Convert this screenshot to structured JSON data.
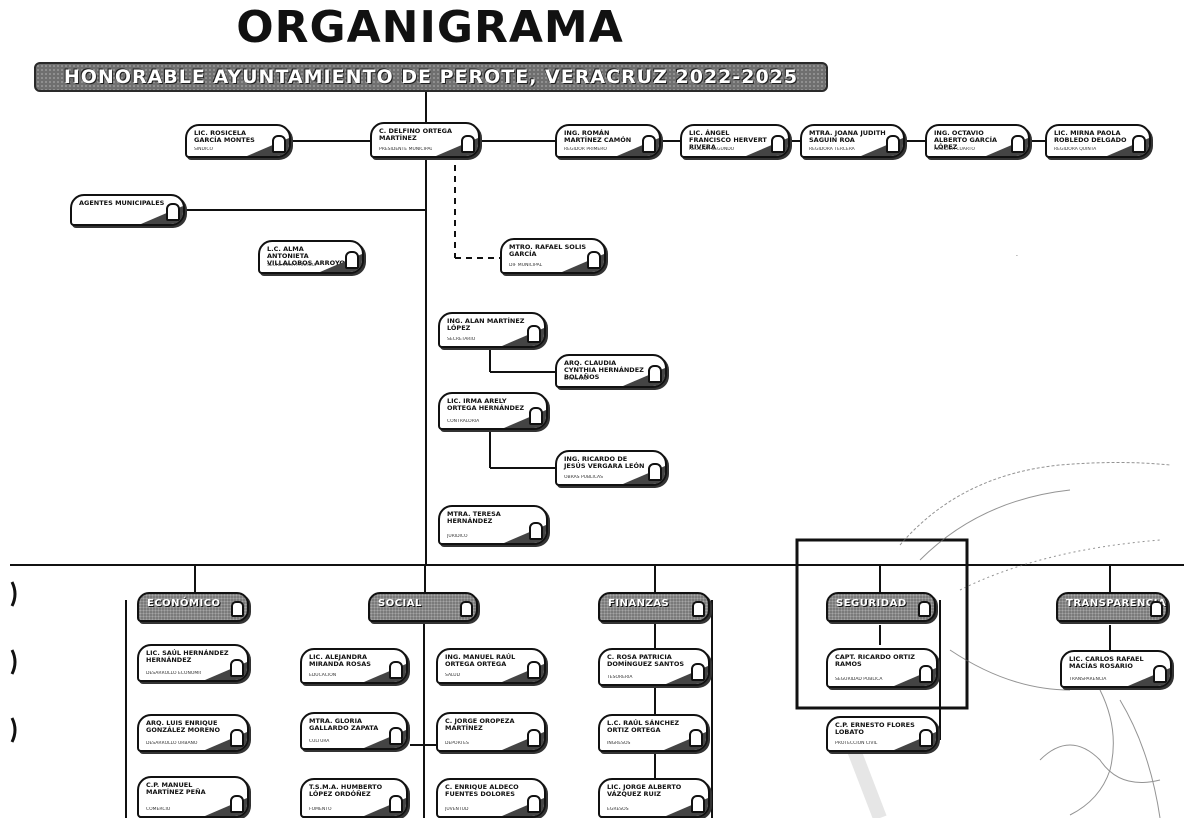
{
  "title": "ORGANIGRAMA",
  "subtitle": "HONORABLE AYUNTAMIENTO DE PEROTE, VERACRUZ 2022-2025",
  "top_row": [
    {
      "name": "LIC. ROSICELA GARCÍA MONTES",
      "role": "SÍNDICO"
    },
    {
      "name": "C. DELFINO ORTEGA MARTÍNEZ",
      "role": "PRESIDENTE MUNICIPAL"
    },
    {
      "name": "ING. ROMÁN MARTÍNEZ CAMÓN",
      "role": "REGIDOR PRIMERO"
    },
    {
      "name": "LIC. ÁNGEL FRANCISCO HERVERT RIVERA",
      "role": "REGIDOR SEGUNDO"
    },
    {
      "name": "MTRA. JOANA JUDITH SAGUIN ROA",
      "role": "REGIDORA TERCERA"
    },
    {
      "name": "ING. OCTAVIO ALBERTO GARCÍA LÓPEZ",
      "role": "REGIDOR CUARTO"
    },
    {
      "name": "LIC. MIRNA PAOLA ROBLEDO DELGADO",
      "role": "REGIDORA QUINTA"
    }
  ],
  "staff": [
    {
      "name": "AGENTES MUNICIPALES",
      "role": ""
    },
    {
      "name": "L.C. ALMA ANTONIETA VILLALOBOS ARROYO",
      "role": "SECRETARÍA PARTICULAR"
    },
    {
      "name": "MTRO. RAFAEL SOLIS GARCÍA",
      "role": "DIF MUNICIPAL"
    },
    {
      "name": "ING. ALAN MARTÍNEZ LÓPEZ",
      "role": "SECRETARIO"
    },
    {
      "name": "ARQ. CLAUDIA CYNTHIA HERNÁNDEZ BOLAÑOS",
      "role": "CATASTRO"
    },
    {
      "name": "LIC. IRMA ARELY ORTEGA HERNÁNDEZ",
      "role": "CONTRALORÍA"
    },
    {
      "name": "ING. RICARDO DE JESÚS VERGARA LEÓN",
      "role": "OBRAS PÚBLICAS"
    },
    {
      "name": "MTRA. TERESA HERNÁNDEZ",
      "role": "JURÍDICO"
    }
  ],
  "departments": [
    {
      "label": "ECONÓMICO",
      "people": [
        {
          "name": "LIC. SAÚL HERNÁNDEZ HERNÁNDEZ",
          "role": "DESARROLLO ECONÓMICO"
        },
        {
          "name": "ARQ. LUIS ENRIQUE GONZÁLEZ MORENO",
          "role": "DESARROLLO URBANO"
        },
        {
          "name": "C.P. MANUEL MARTÍNEZ PEÑA",
          "role": "COMERCIO"
        }
      ]
    },
    {
      "label": "SOCIAL",
      "people": [
        {
          "name": "LIC. ALEJANDRA MIRANDA ROSAS",
          "role": "EDUCACIÓN"
        },
        {
          "name": "ING. MANUEL RAÚL ORTEGA ORTEGA",
          "role": "SALUD"
        },
        {
          "name": "MTRA. GLORIA GALLARDO ZAPATA",
          "role": "CULTURA"
        },
        {
          "name": "C. JORGE OROPEZA MARTÍNEZ",
          "role": "DEPORTES"
        },
        {
          "name": "T.S.M.A. HUMBERTO LÓPEZ ORDÓÑEZ",
          "role": "FOMENTO"
        },
        {
          "name": "C. ENRIQUE ALDECO FUENTES DOLORES",
          "role": "JUVENTUD"
        }
      ]
    },
    {
      "label": "FINANZAS",
      "people": [
        {
          "name": "C. ROSA PATRICIA DOMÍNGUEZ SANTOS",
          "role": "TESORERÍA"
        },
        {
          "name": "L.C. RAÚL SÁNCHEZ ORTIZ ORTEGA",
          "role": "INGRESOS"
        },
        {
          "name": "LIC. JORGE ALBERTO VÁZQUEZ RUIZ",
          "role": "EGRESOS"
        }
      ]
    },
    {
      "label": "SEGURIDAD",
      "people": [
        {
          "name": "CAPT. RICARDO ORTIZ RAMOS",
          "role": "SEGURIDAD PÚBLICA"
        },
        {
          "name": "C.P. ERNESTO FLORES LOBATO",
          "role": "PROTECCIÓN CIVIL"
        }
      ]
    },
    {
      "label": "TRANSPARENCIA",
      "people": [
        {
          "name": "LIC. CARLOS RAFAEL MACÍAS ROSARIO",
          "role": "TRANSPARENCIA"
        }
      ]
    }
  ]
}
